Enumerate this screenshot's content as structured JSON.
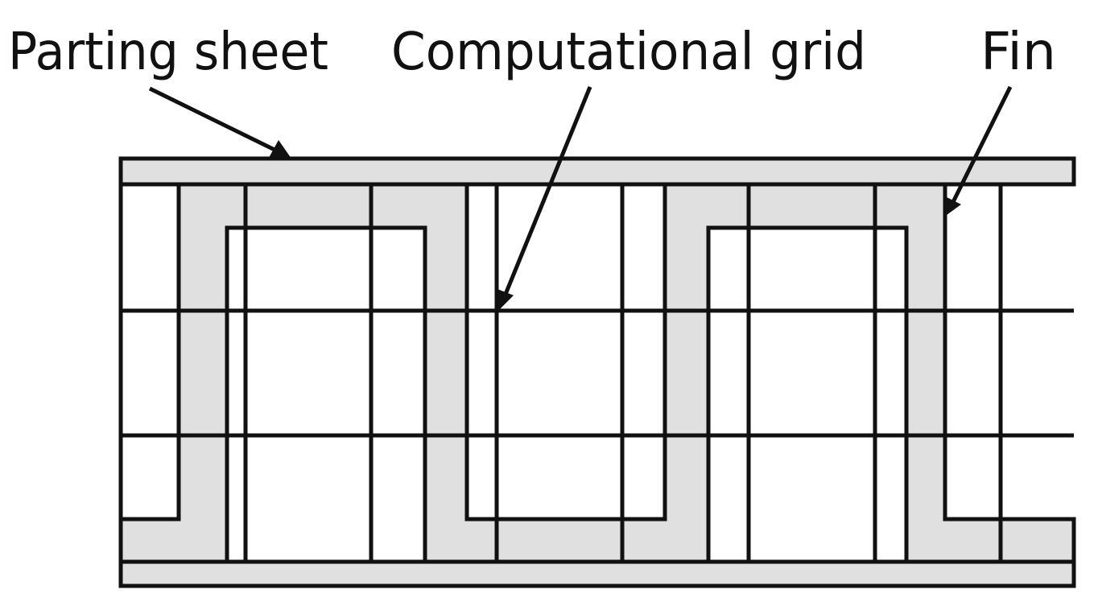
{
  "labels": {
    "parting_sheet": "Parting sheet",
    "computational_grid": "Computational grid",
    "fin": "Fin"
  },
  "colors": {
    "material_fill": "#e0e0e0",
    "line": "#111111",
    "background": "#ffffff"
  }
}
